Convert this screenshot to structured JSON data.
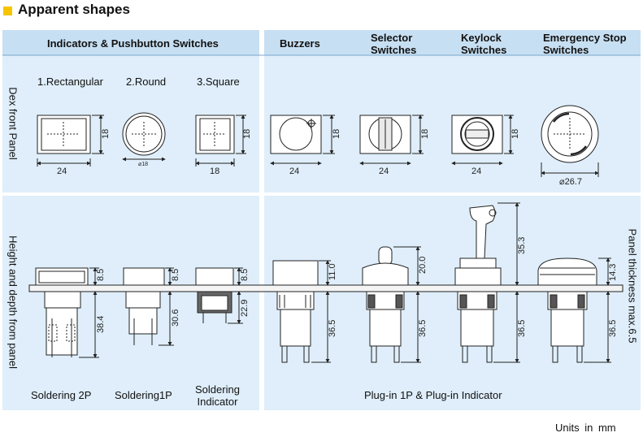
{
  "title": "Apparent shapes",
  "headers": {
    "indicators": "Indicators & Pushbutton Switches",
    "buzzers": "Buzzers",
    "selector": [
      "Selector",
      "Switches"
    ],
    "keylock": [
      "Keylock",
      "Switches"
    ],
    "emergency": [
      "Emergency Stop",
      "Switches"
    ]
  },
  "front": {
    "side_label": "Dex front Panel",
    "shapes": [
      "1.Rectangular",
      "2.Round",
      "3.Square"
    ],
    "dims": {
      "w24": "24",
      "h18": "18",
      "w18": "18",
      "dia18": "⌀18",
      "dia267": "⌀26.7"
    }
  },
  "side": {
    "side_label": "Height and depth from panel",
    "right_label": "Panel thickness max.6.5",
    "labels": {
      "sold2p": "Soldering 2P",
      "sold1p": "Soldering1P",
      "sold_ind": [
        "Soldering",
        "Indicator"
      ],
      "plugin": "Plug-in 1P & Plug-in Indicator"
    },
    "dims": {
      "d85": "8.5",
      "d384": "38.4",
      "d306": "30.6",
      "d229": "22.9",
      "d110": "11.0",
      "d200": "20.0",
      "d353": "35.3",
      "d143": "14.3",
      "d365": "36.5"
    }
  },
  "units": "Units in mm",
  "colors": {
    "panel_bg": "#dfeefa",
    "header_bg": "#c7dff2",
    "bullet": "#f7c400"
  }
}
